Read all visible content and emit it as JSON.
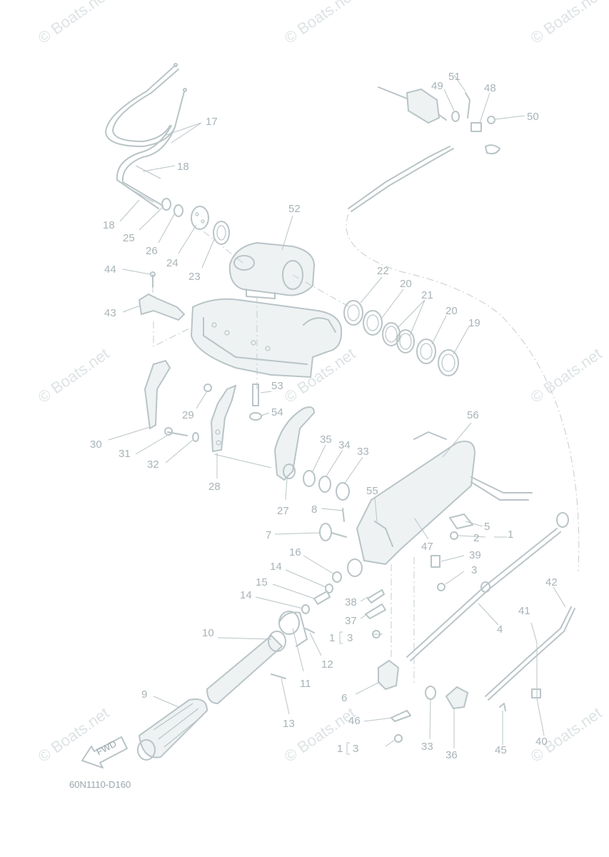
{
  "watermark": "© Boats.net",
  "diagram_code": "60N1110-D160",
  "fwd_label": "FWD",
  "labels": {
    "n1": "1",
    "n2": "2",
    "n3": "3",
    "n4": "4",
    "n5": "5",
    "n6": "6",
    "n7": "7",
    "n8": "8",
    "n9": "9",
    "n10": "10",
    "n11": "11",
    "n12": "12",
    "n13": "13",
    "n14": "14",
    "n15": "15",
    "n16": "16",
    "n17": "17",
    "n18": "18",
    "n19": "19",
    "n20": "20",
    "n21": "21",
    "n22": "22",
    "n23": "23",
    "n24": "24",
    "n25": "25",
    "n26": "26",
    "n27": "27",
    "n28": "28",
    "n29": "29",
    "n30": "30",
    "n31": "31",
    "n32": "32",
    "n33": "33",
    "n34": "34",
    "n35": "35",
    "n36": "36",
    "n37": "37",
    "n38": "38",
    "n39": "39",
    "n40": "40",
    "n41": "41",
    "n42": "42",
    "n43": "43",
    "n44": "44",
    "n45": "45",
    "n46": "46",
    "n47": "47",
    "n48": "48",
    "n49": "49",
    "n50": "50",
    "n51": "51",
    "n52": "52",
    "n53": "53",
    "n54": "54",
    "n55": "55",
    "n56": "56"
  }
}
